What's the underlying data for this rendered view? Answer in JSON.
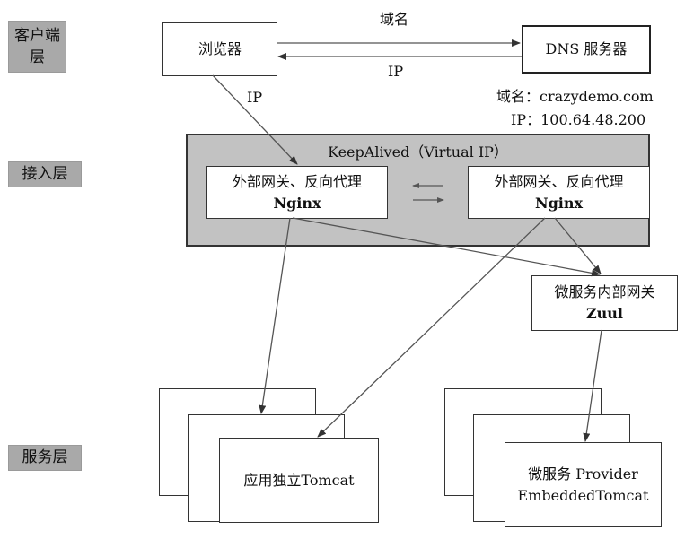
{
  "layers": {
    "client": "客户端层",
    "access": "接入层",
    "service": "服务层"
  },
  "client": {
    "browser": "浏览器",
    "dns_server": "DNS 服务器",
    "domain_arrow": "域名",
    "ip_arrow": "IP",
    "ip_down": "IP",
    "dns_domain": "域名：crazydemo.com",
    "dns_ip": "IP：100.64.48.200"
  },
  "access": {
    "keepalived": "KeepAlived（Virtual IP）",
    "nginx_left_line1": "外部网关、反向代理",
    "nginx_left_line2": "Nginx",
    "nginx_right_line1": "外部网关、反向代理",
    "nginx_right_line2": "Nginx"
  },
  "zuul": {
    "line1": "微服务内部网关",
    "line2": "Zuul"
  },
  "service": {
    "tomcat": "应用独立Tomcat",
    "provider_line1": "微服务 Provider",
    "provider_line2": "EmbeddedTomcat"
  }
}
